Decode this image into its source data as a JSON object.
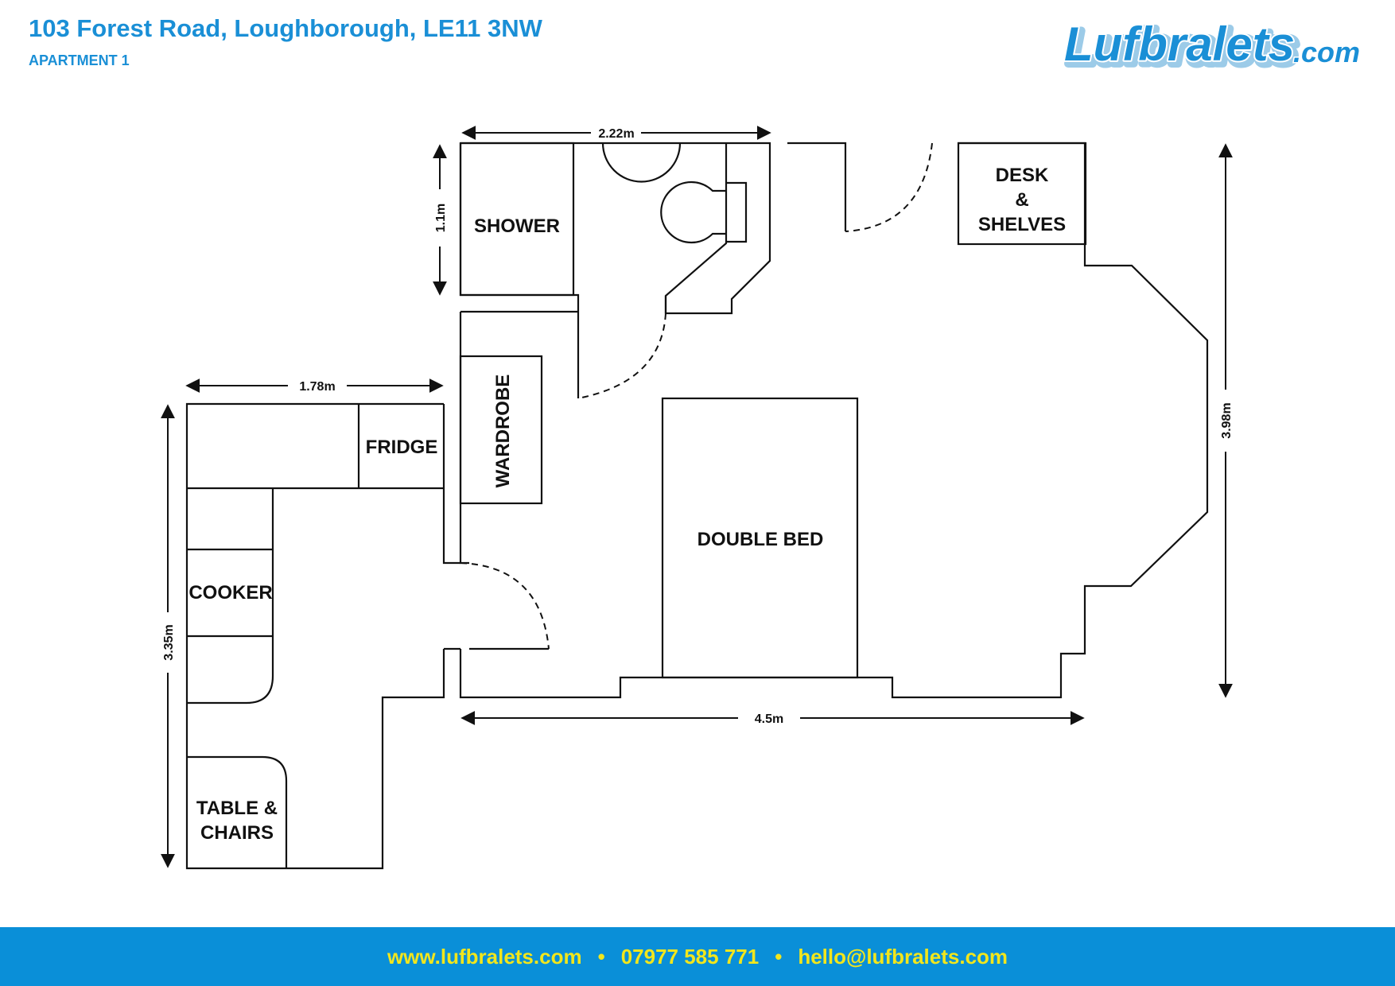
{
  "header": {
    "address": "103 Forest Road, Loughborough, LE11 3NW",
    "unit": "APARTMENT 1"
  },
  "logo": {
    "text": "Lufbralets",
    "suffix": ".com",
    "fill_color": "#1a8fd6",
    "outline_color": "#ffffff",
    "shadow_color": "#9ccbe8"
  },
  "rooms": {
    "shower": "SHOWER",
    "desk_line1": "DESK",
    "desk_line2": "&",
    "desk_line3": "SHELVES",
    "fridge": "FRIDGE",
    "wardrobe": "WARDROBE",
    "double_bed": "DOUBLE BED",
    "cooker": "COOKER",
    "table_line1": "TABLE &",
    "table_line2": "CHAIRS"
  },
  "dimensions": {
    "bathroom_width": "2.22m",
    "bathroom_depth": "1.1m",
    "kitchen_width": "1.78m",
    "kitchen_depth": "3.35m",
    "bedroom_width": "4.5m",
    "bedroom_depth": "3.98m"
  },
  "footer": {
    "website": "www.lufbralets.com",
    "phone": "07977 585 771",
    "email": "hello@lufbralets.com",
    "separator": "•"
  },
  "colors": {
    "brand_blue": "#1a8fd6",
    "footer_bg": "#0a8fd8",
    "footer_text": "#f2e61c",
    "line": "#111111"
  }
}
